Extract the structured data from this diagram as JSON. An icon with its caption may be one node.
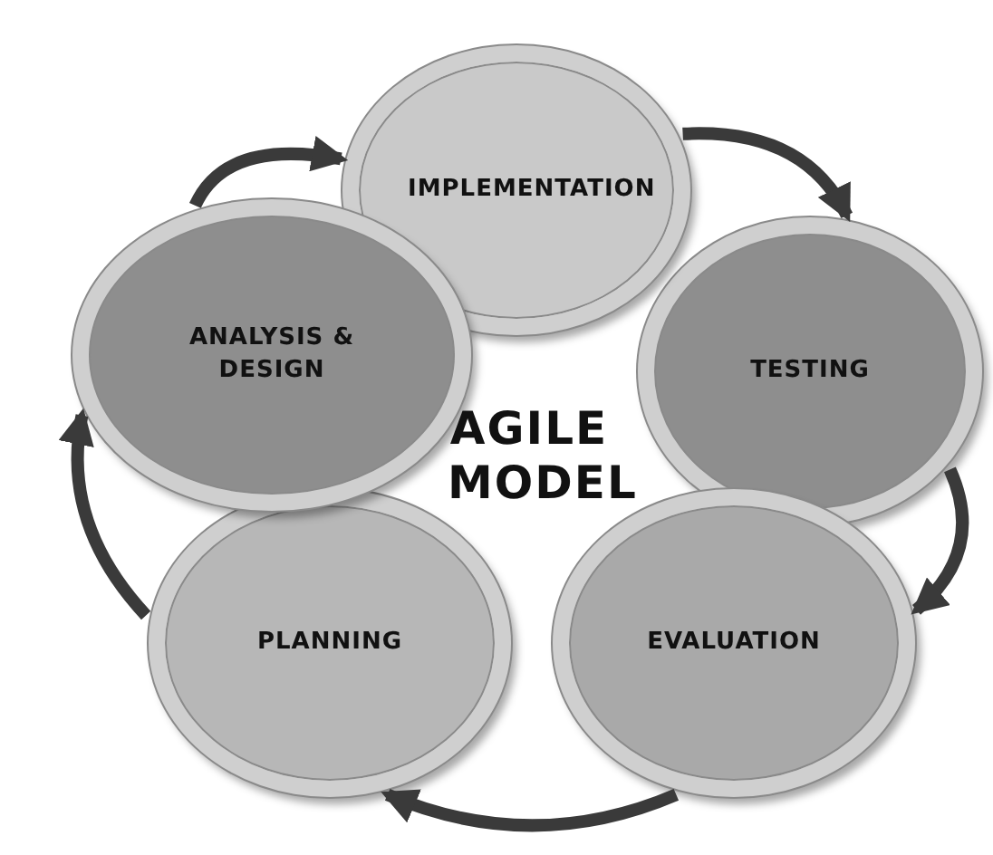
{
  "diagram": {
    "nodes": [
      {
        "text": [
          "IMPLEMENTATION"
        ]
      },
      {
        "text": [
          "TESTING"
        ]
      },
      {
        "text": [
          "EVALUATION"
        ]
      },
      {
        "text": [
          "PLANNING"
        ]
      },
      {
        "text": [
          "ANALYSIS & DESIGN"
        ]
      },
      {
        "text": [
          "AGILE MODEL"
        ]
      }
    ],
    "edges": [
      {
        "from": 4,
        "to": 0,
        "arrow": "to"
      },
      {
        "from": 0,
        "to": 1,
        "arrow": "to"
      },
      {
        "from": 1,
        "to": 2,
        "arrow": "to"
      },
      {
        "from": 2,
        "to": 3,
        "arrow": "to"
      },
      {
        "from": 3,
        "to": 4,
        "arrow": "to"
      }
    ]
  }
}
